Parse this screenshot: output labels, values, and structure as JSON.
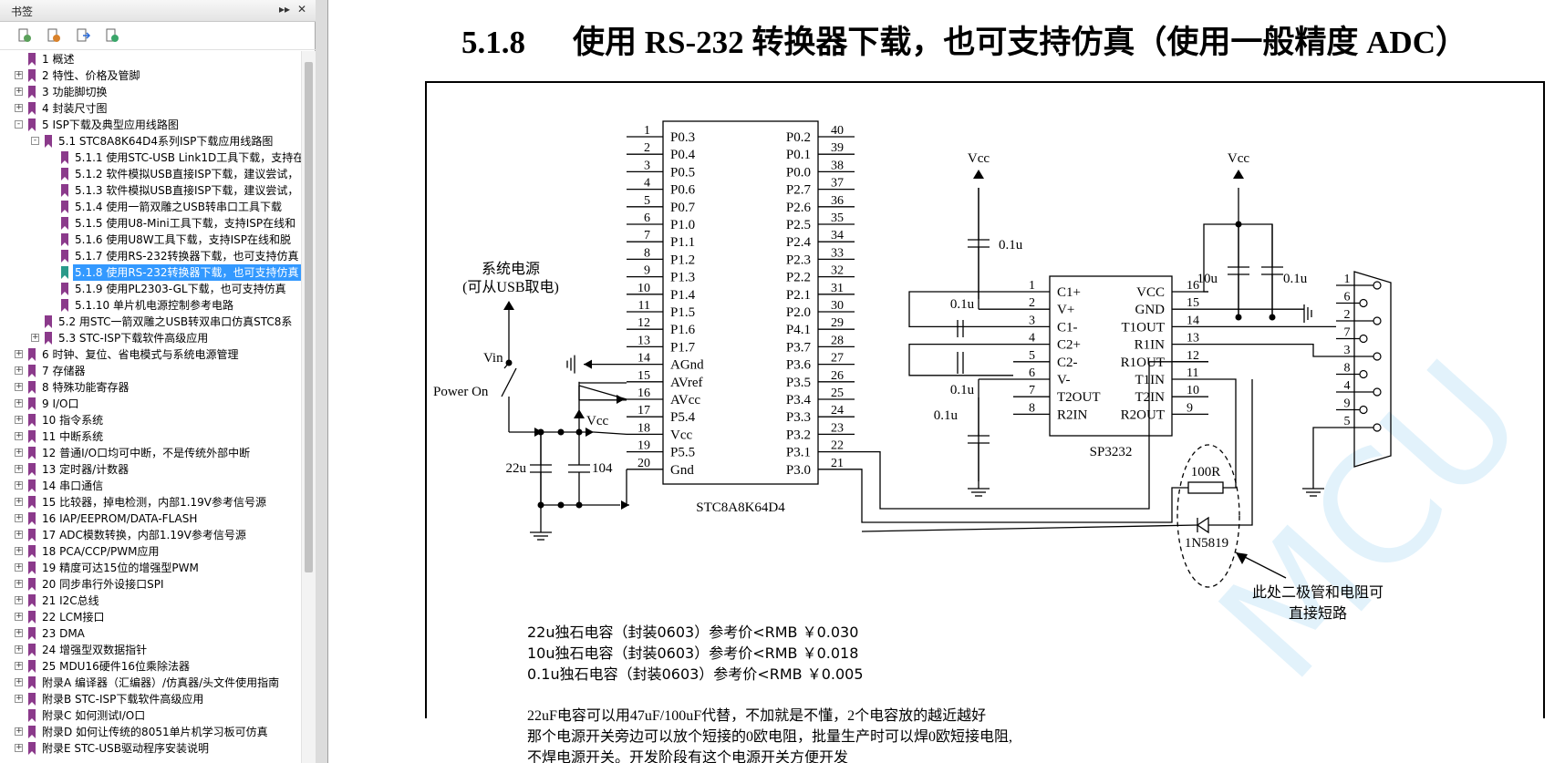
{
  "sidebar": {
    "title": "书签",
    "expand_label": "▸▸",
    "close_label": "✕",
    "items": [
      {
        "label": "1 概述",
        "level": 0,
        "expander": ""
      },
      {
        "label": "2 特性、价格及管脚",
        "level": 0,
        "expander": "+"
      },
      {
        "label": "3 功能脚切换",
        "level": 0,
        "expander": "+"
      },
      {
        "label": "4 封装尺寸图",
        "level": 0,
        "expander": "+"
      },
      {
        "label": "5 ISP下载及典型应用线路图",
        "level": 0,
        "expander": "-"
      },
      {
        "label": "5.1 STC8A8K64D4系列ISP下载应用线路图",
        "level": 1,
        "expander": "-"
      },
      {
        "label": "5.1.1 使用STC-USB Link1D工具下载，支持在",
        "level": 2,
        "expander": ""
      },
      {
        "label": "5.1.2 软件模拟USB直接ISP下载，建议尝试，",
        "level": 2,
        "expander": ""
      },
      {
        "label": "5.1.3 软件模拟USB直接ISP下载，建议尝试，",
        "level": 2,
        "expander": ""
      },
      {
        "label": "5.1.4 使用一箭双雕之USB转串口工具下载",
        "level": 2,
        "expander": ""
      },
      {
        "label": "5.1.5 使用U8-Mini工具下载，支持ISP在线和",
        "level": 2,
        "expander": ""
      },
      {
        "label": "5.1.6 使用U8W工具下载，支持ISP在线和脱",
        "level": 2,
        "expander": ""
      },
      {
        "label": "5.1.7 使用RS-232转换器下载，也可支持仿真",
        "level": 2,
        "expander": ""
      },
      {
        "label": "5.1.8 使用RS-232转换器下载，也可支持仿真",
        "level": 2,
        "expander": "",
        "selected": true
      },
      {
        "label": "5.1.9 使用PL2303-GL下载，也可支持仿真",
        "level": 2,
        "expander": ""
      },
      {
        "label": "5.1.10 单片机电源控制参考电路",
        "level": 2,
        "expander": ""
      },
      {
        "label": "5.2 用STC一箭双雕之USB转双串口仿真STC8系",
        "level": 1,
        "expander": ""
      },
      {
        "label": "5.3 STC-ISP下载软件高级应用",
        "level": 1,
        "expander": "+"
      },
      {
        "label": "6 时钟、复位、省电模式与系统电源管理",
        "level": 0,
        "expander": "+"
      },
      {
        "label": "7 存储器",
        "level": 0,
        "expander": "+"
      },
      {
        "label": "8 特殊功能寄存器",
        "level": 0,
        "expander": "+"
      },
      {
        "label": "9 I/O口",
        "level": 0,
        "expander": "+"
      },
      {
        "label": "10 指令系统",
        "level": 0,
        "expander": "+"
      },
      {
        "label": "11 中断系统",
        "level": 0,
        "expander": "+"
      },
      {
        "label": "12 普通I/O口均可中断，不是传统外部中断",
        "level": 0,
        "expander": "+"
      },
      {
        "label": "13 定时器/计数器",
        "level": 0,
        "expander": "+"
      },
      {
        "label": "14 串口通信",
        "level": 0,
        "expander": "+"
      },
      {
        "label": "15 比较器，掉电检测，内部1.19V参考信号源",
        "level": 0,
        "expander": "+"
      },
      {
        "label": "16 IAP/EEPROM/DATA-FLASH",
        "level": 0,
        "expander": "+"
      },
      {
        "label": "17 ADC模数转换，内部1.19V参考信号源",
        "level": 0,
        "expander": "+"
      },
      {
        "label": "18 PCA/CCP/PWM应用",
        "level": 0,
        "expander": "+"
      },
      {
        "label": "19 精度可达15位的增强型PWM",
        "level": 0,
        "expander": "+"
      },
      {
        "label": "20 同步串行外设接口SPI",
        "level": 0,
        "expander": "+"
      },
      {
        "label": "21 I2C总线",
        "level": 0,
        "expander": "+"
      },
      {
        "label": "22 LCM接口",
        "level": 0,
        "expander": "+"
      },
      {
        "label": "23 DMA",
        "level": 0,
        "expander": "+"
      },
      {
        "label": "24 增强型双数据指针",
        "level": 0,
        "expander": "+"
      },
      {
        "label": "25 MDU16硬件16位乘除法器",
        "level": 0,
        "expander": "+"
      },
      {
        "label": "附录A 编译器（汇编器）/仿真器/头文件使用指南",
        "level": 0,
        "expander": "+"
      },
      {
        "label": "附录B STC-ISP下载软件高级应用",
        "level": 0,
        "expander": "+"
      },
      {
        "label": "附录C 如何测试I/O口",
        "level": 0,
        "expander": ""
      },
      {
        "label": "附录D 如何让传统的8051单片机学习板可仿真",
        "level": 0,
        "expander": "+"
      },
      {
        "label": "附录E STC-USB驱动程序安装说明",
        "level": 0,
        "expander": "+"
      }
    ]
  },
  "document": {
    "section_number": "5.1.8",
    "section_title": "使用 RS-232 转换器下载，也可支持仿真（使用一般精度 ADC）",
    "notes_block1": [
      "22u独石电容（封装0603）参考价<RMB ￥0.030",
      "10u独石电容（封装0603）参考价<RMB ￥0.018",
      "0.1u独石电容（封装0603）参考价<RMB ￥0.005"
    ],
    "notes_block2": [
      "22uF电容可以用47uF/100uF代替，不加就是不懂，2个电容放的越近越好",
      "那个电源开关旁边可以放个短接的0欧电阻，批量生产时可以焊0欧短接电阻,",
      "不焊电源开关。开发阶段有这个电源开关方便开发"
    ],
    "watermark": "MCU"
  },
  "schematic": {
    "mcu_name": "STC8A8K64D4",
    "left_pins": [
      {
        "n": "1",
        "name": "P0.3"
      },
      {
        "n": "2",
        "name": "P0.4"
      },
      {
        "n": "3",
        "name": "P0.5"
      },
      {
        "n": "4",
        "name": "P0.6"
      },
      {
        "n": "5",
        "name": "P0.7"
      },
      {
        "n": "6",
        "name": "P1.0"
      },
      {
        "n": "7",
        "name": "P1.1"
      },
      {
        "n": "8",
        "name": "P1.2"
      },
      {
        "n": "9",
        "name": "P1.3"
      },
      {
        "n": "10",
        "name": "P1.4"
      },
      {
        "n": "11",
        "name": "P1.5"
      },
      {
        "n": "12",
        "name": "P1.6"
      },
      {
        "n": "13",
        "name": "P1.7"
      },
      {
        "n": "14",
        "name": "AGnd"
      },
      {
        "n": "15",
        "name": "AVref"
      },
      {
        "n": "16",
        "name": "AVcc"
      },
      {
        "n": "17",
        "name": "P5.4"
      },
      {
        "n": "18",
        "name": "Vcc"
      },
      {
        "n": "19",
        "name": "P5.5"
      },
      {
        "n": "20",
        "name": "Gnd"
      }
    ],
    "right_pins": [
      {
        "n": "40",
        "name": "P0.2"
      },
      {
        "n": "39",
        "name": "P0.1"
      },
      {
        "n": "38",
        "name": "P0.0"
      },
      {
        "n": "37",
        "name": "P2.7"
      },
      {
        "n": "36",
        "name": "P2.6"
      },
      {
        "n": "35",
        "name": "P2.5"
      },
      {
        "n": "34",
        "name": "P2.4"
      },
      {
        "n": "33",
        "name": "P2.3"
      },
      {
        "n": "32",
        "name": "P2.2"
      },
      {
        "n": "31",
        "name": "P2.1"
      },
      {
        "n": "30",
        "name": "P2.0"
      },
      {
        "n": "29",
        "name": "P4.1"
      },
      {
        "n": "28",
        "name": "P3.7"
      },
      {
        "n": "27",
        "name": "P3.6"
      },
      {
        "n": "26",
        "name": "P3.5"
      },
      {
        "n": "25",
        "name": "P3.4"
      },
      {
        "n": "24",
        "name": "P3.3"
      },
      {
        "n": "23",
        "name": "P3.2"
      },
      {
        "n": "22",
        "name": "P3.1"
      },
      {
        "n": "21",
        "name": "P3.0"
      }
    ],
    "sp_name": "SP3232",
    "sp_left_pins": [
      {
        "n": "1",
        "name": "C1+"
      },
      {
        "n": "2",
        "name": "V+"
      },
      {
        "n": "3",
        "name": "C1-"
      },
      {
        "n": "4",
        "name": "C2+"
      },
      {
        "n": "5",
        "name": "C2-"
      },
      {
        "n": "6",
        "name": "V-"
      },
      {
        "n": "7",
        "name": "T2OUT"
      },
      {
        "n": "8",
        "name": "R2IN"
      }
    ],
    "sp_right_pins": [
      {
        "n": "16",
        "name": "VCC"
      },
      {
        "n": "15",
        "name": "GND"
      },
      {
        "n": "14",
        "name": "T1OUT"
      },
      {
        "n": "13",
        "name": "R1IN"
      },
      {
        "n": "12",
        "name": "R1OUT"
      },
      {
        "n": "11",
        "name": "T1IN"
      },
      {
        "n": "10",
        "name": "T2IN"
      },
      {
        "n": "9",
        "name": "R2OUT"
      }
    ],
    "db9_pins": [
      "1",
      "6",
      "2",
      "7",
      "3",
      "8",
      "4",
      "9",
      "5"
    ],
    "power_label_line1": "系统电源",
    "power_label_line2": "(可从USB取电)",
    "vin_label": "Vin",
    "power_on_label": "Power On",
    "vcc_label": "Vcc",
    "cap_22u": "22u",
    "cap_104": "104",
    "cap_01u": "0.1u",
    "cap_10u": "10u",
    "resistor_label": "100R",
    "diode_label": "1N5819",
    "annotation_line1": "此处二极管和电阻可",
    "annotation_line2": "直接短路"
  }
}
